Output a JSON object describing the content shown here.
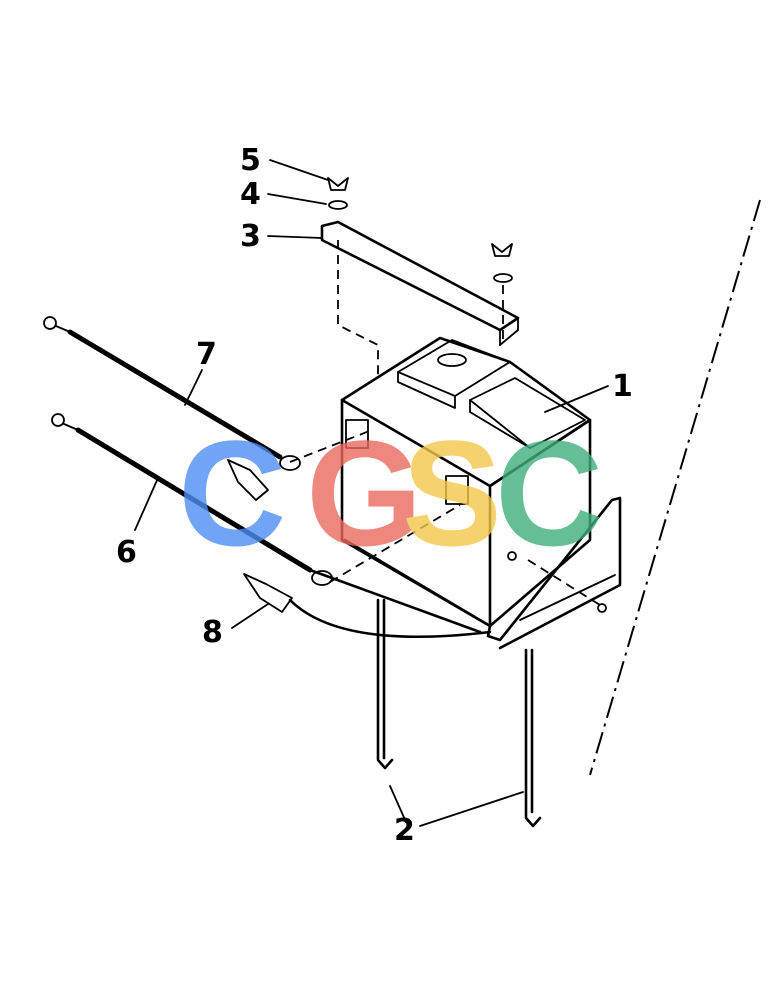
{
  "callouts": {
    "c1": "1",
    "c2": "2",
    "c3": "3",
    "c4": "4",
    "c5": "5",
    "c6": "6",
    "c7": "7",
    "c8": "8"
  },
  "watermark": {
    "letters": [
      "C",
      "G",
      "S",
      "C"
    ],
    "colors": [
      "#4f8ef5",
      "#ea6a5f",
      "#f5c84a",
      "#3fae7a"
    ]
  }
}
